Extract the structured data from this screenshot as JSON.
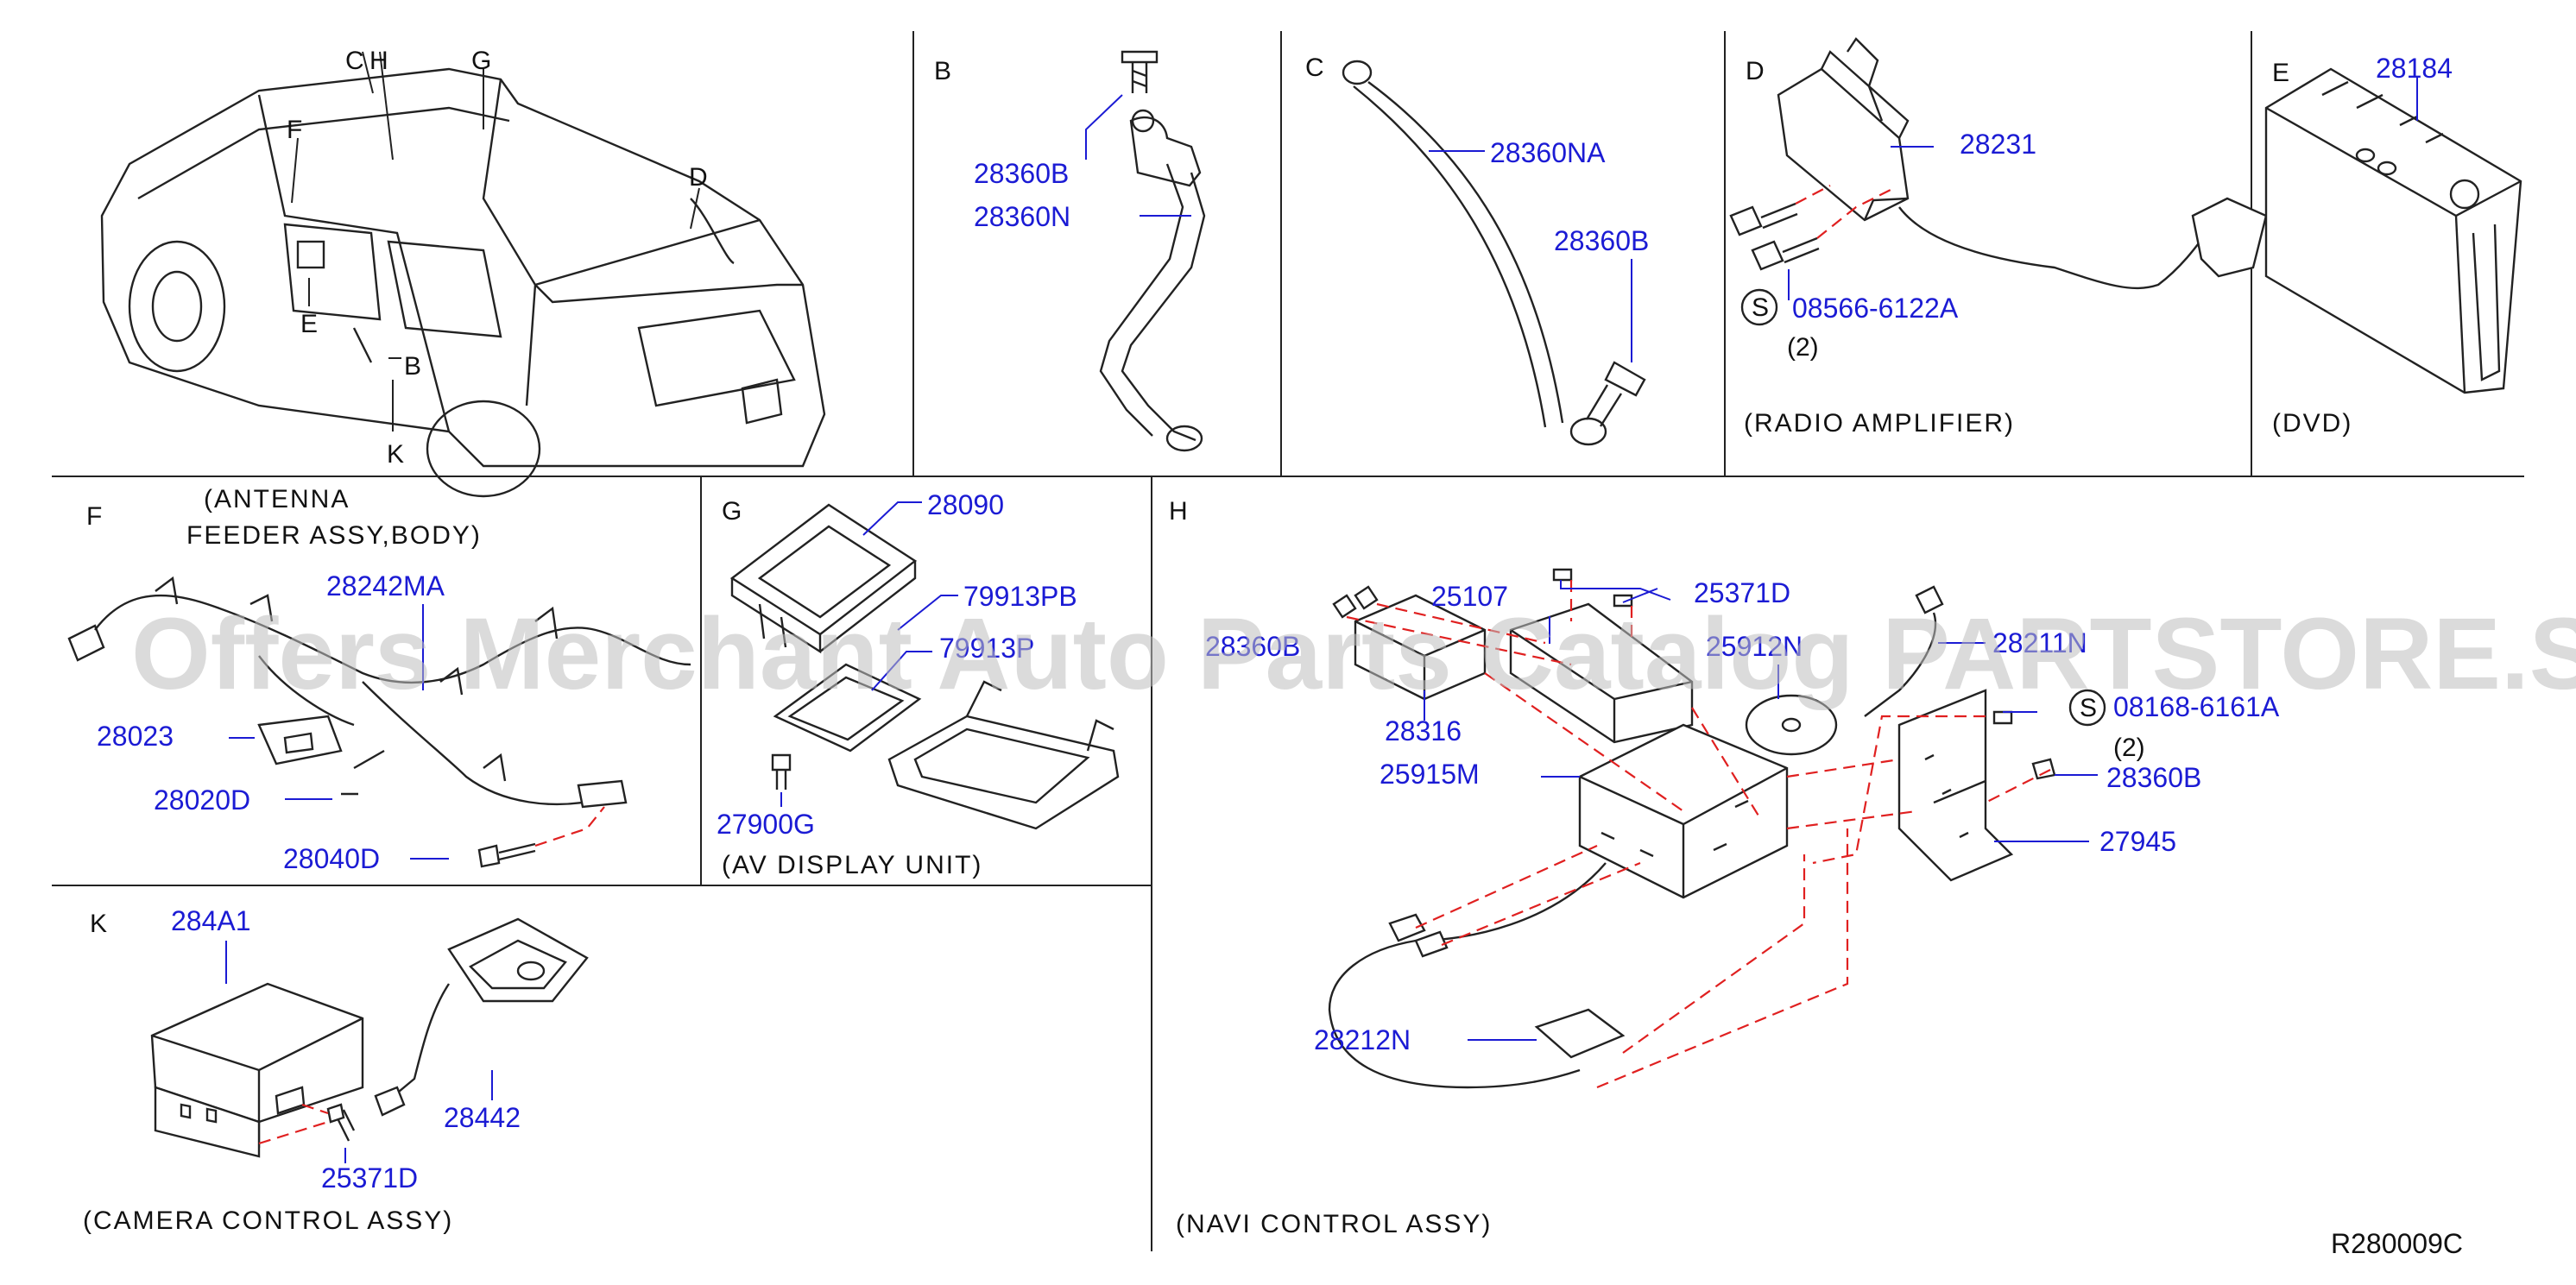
{
  "watermark": "Offers Merchant Auto Parts Catalog PARTSTORE.SA",
  "reference_code": "R280009C",
  "overview": {
    "labels": [
      "C",
      "H",
      "G",
      "F",
      "D",
      "E",
      "B",
      "K"
    ]
  },
  "panels": {
    "B": {
      "letter": "B",
      "parts": [
        "28360B",
        "28360N"
      ]
    },
    "C": {
      "letter": "C",
      "parts": [
        "28360NA",
        "28360B"
      ]
    },
    "D": {
      "letter": "D",
      "parts": [
        "28231",
        "08566-6122A"
      ],
      "symbol": "S",
      "qty": "(2)",
      "caption": "(RADIO   AMPLIFIER)"
    },
    "E": {
      "letter": "E",
      "parts": [
        "28184"
      ],
      "caption": "(DVD)"
    },
    "F": {
      "letter": "F",
      "caption_line1": "(ANTENNA",
      "caption_line2": "FEEDER   ASSY,BODY)",
      "parts": [
        "28242MA",
        "28023",
        "28020D",
        "28040D"
      ]
    },
    "G": {
      "letter": "G",
      "parts": [
        "28090",
        "79913PB",
        "79913P",
        "27900G"
      ],
      "caption": "(AV   DISPLAY   UNIT)"
    },
    "H": {
      "letter": "H",
      "parts": [
        "25107",
        "25371D",
        "28360B",
        "28316",
        "25915M",
        "25912N",
        "28211N",
        "08168-6161A",
        "28360B",
        "27945",
        "28212N"
      ],
      "symbol": "S",
      "qty": "(2)",
      "caption": "(NAVI   CONTROL   ASSY)"
    },
    "K": {
      "letter": "K",
      "parts": [
        "284A1",
        "28442",
        "25371D"
      ],
      "caption": "(CAMERA   CONTROL   ASSY)"
    }
  }
}
